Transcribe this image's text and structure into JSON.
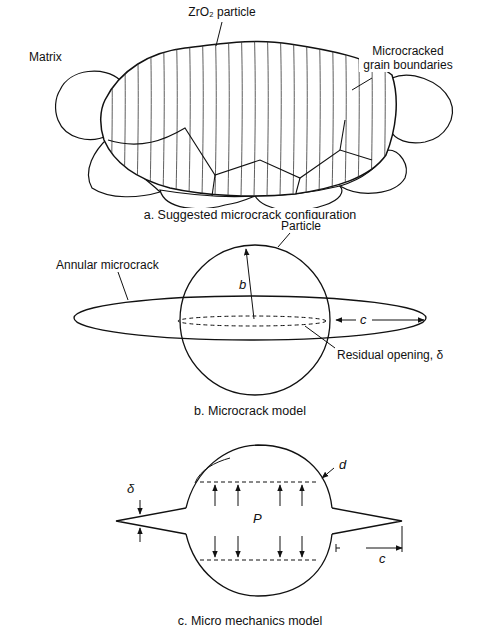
{
  "diagram": {
    "labels": [
      "ZrO₂ particle",
      "Matrix",
      "Microcracked grain boundaries",
      "a. Suggested microcrack configuration",
      "Particle",
      "Annular microcrack",
      "b",
      "c",
      "Residual opening, δ",
      "b. Microcrack model",
      "P",
      "d",
      "δ",
      "c",
      "c. Micro mechanics model"
    ]
  }
}
